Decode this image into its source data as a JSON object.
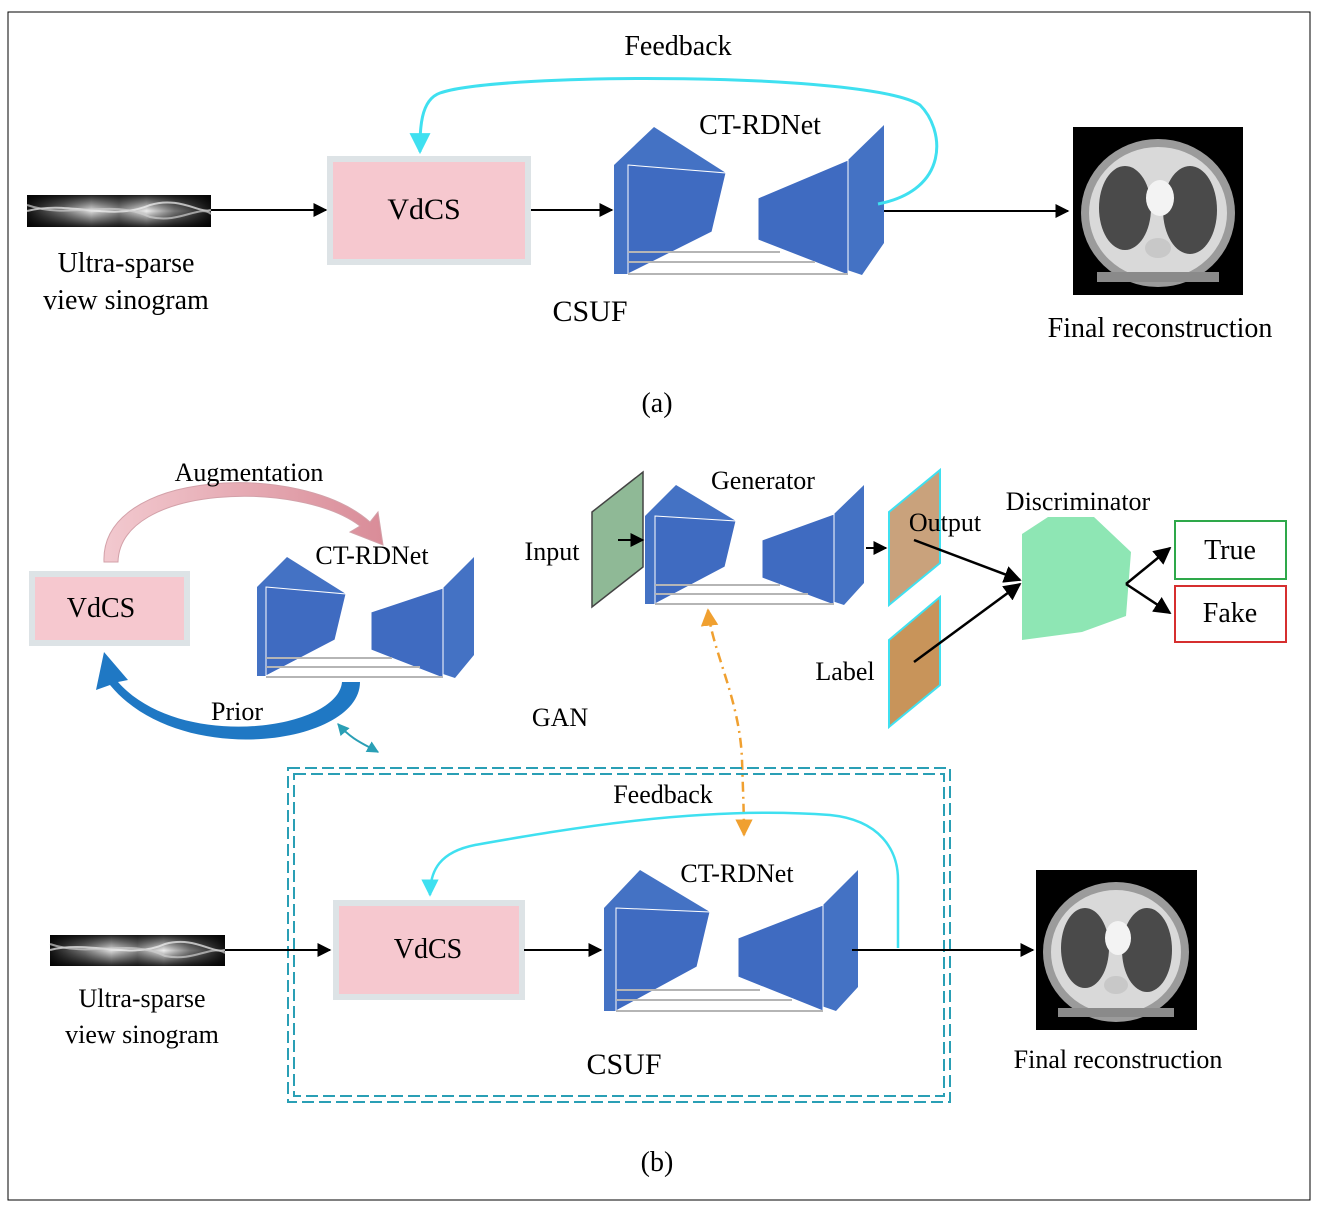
{
  "panel_a": {
    "feedback": "Feedback",
    "ct_rdnet": "CT-RDNet",
    "vdcs": "VdCS",
    "sinogram_line1": "Ultra-sparse",
    "sinogram_line2": "view sinogram",
    "csuf": "CSUF",
    "final": "Final reconstruction",
    "caption": "(a)"
  },
  "panel_b": {
    "augmentation": "Augmentation",
    "ct_rdnet_left": "CT-RDNet",
    "vdcs_left": "VdCS",
    "prior": "Prior",
    "gan": "GAN",
    "input": "Input",
    "generator": "Generator",
    "output": "Output",
    "label": "Label",
    "discriminator": "Discriminator",
    "true_label": "True",
    "fake_label": "Fake",
    "feedback": "Feedback",
    "ct_rdnet": "CT-RDNet",
    "vdcs": "VdCS",
    "sinogram_line1": "Ultra-sparse",
    "sinogram_line2": "view sinogram",
    "csuf": "CSUF",
    "final": "Final reconstruction",
    "caption": "(b)"
  },
  "colors": {
    "vdcs_fill": "#f6c8cf",
    "vdcs_border": "#dde3e6",
    "network_blue": "#4472c4",
    "feedback_cyan": "#3fe0f0",
    "gan_link_orange": "#f0a030",
    "csuf_box_teal": "#2a9fb5",
    "input_green": "#8fb996",
    "output_tan": "#c9a27c",
    "label_brown": "#c8945a",
    "discriminator_green": "#8ee6b4",
    "true_border": "#2ea84a",
    "fake_border": "#d62f2f",
    "prior_arrow": "#1f78c4",
    "augment_arrow": "#e8aab2"
  }
}
